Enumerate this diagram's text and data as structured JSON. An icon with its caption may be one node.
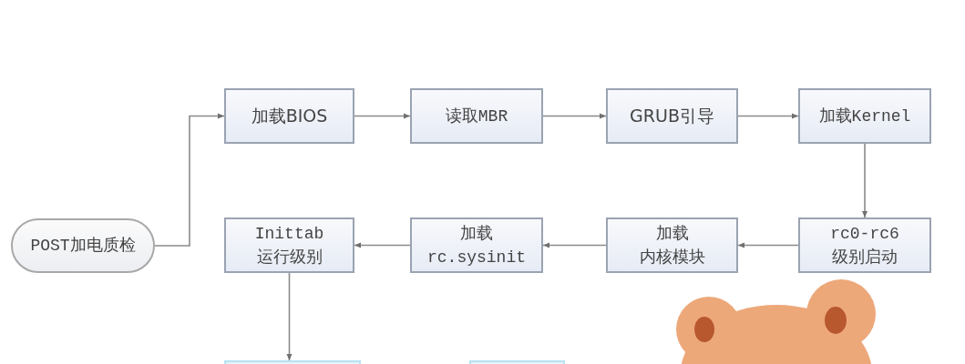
{
  "diagram": {
    "nodes": [
      {
        "text": [
          "POST加电质检"
        ]
      },
      {
        "text": [
          "加载BIOS"
        ]
      },
      {
        "text": [
          "读取MBR"
        ]
      },
      {
        "text": [
          "GRUB引导"
        ]
      },
      {
        "text": [
          "加载Kernel"
        ]
      },
      {
        "text": [
          "Inittab",
          "运行级别"
        ]
      },
      {
        "text": [
          "加载",
          "rc.sysinit"
        ]
      },
      {
        "text": [
          "加载",
          "内核模块"
        ]
      },
      {
        "text": [
          "rc0-rc6",
          "级别启动"
        ]
      },
      {
        "text": [],
        "shape": "box"
      },
      {
        "text": [],
        "shape": "box"
      }
    ],
    "edges": [
      {
        "from": 0,
        "to": 1,
        "arrow": "to"
      },
      {
        "from": 1,
        "to": 2,
        "arrow": "to"
      },
      {
        "from": 2,
        "to": 3,
        "arrow": "to"
      },
      {
        "from": 3,
        "to": 4,
        "arrow": "to"
      },
      {
        "from": 4,
        "to": 8,
        "arrow": "to"
      },
      {
        "from": 8,
        "to": 7,
        "arrow": "to"
      },
      {
        "from": 7,
        "to": 6,
        "arrow": "to"
      },
      {
        "from": 6,
        "to": 5,
        "arrow": "to"
      },
      {
        "from": 5,
        "to": 9,
        "arrow": "to"
      }
    ]
  }
}
